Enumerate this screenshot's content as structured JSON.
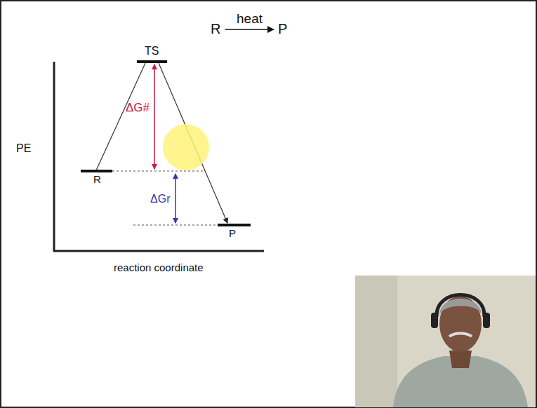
{
  "diagram": {
    "nodes": [
      {
        "text": [
          "R"
        ]
      },
      {
        "text": [
          "P"
        ]
      }
    ],
    "edges": [
      {
        "from": 0,
        "to": 1,
        "label": "heat",
        "arrow": "to"
      }
    ],
    "labels": [
      "TS",
      "R",
      "P",
      "PE",
      "reaction coordinate",
      "ΔG#",
      "ΔGr"
    ]
  }
}
